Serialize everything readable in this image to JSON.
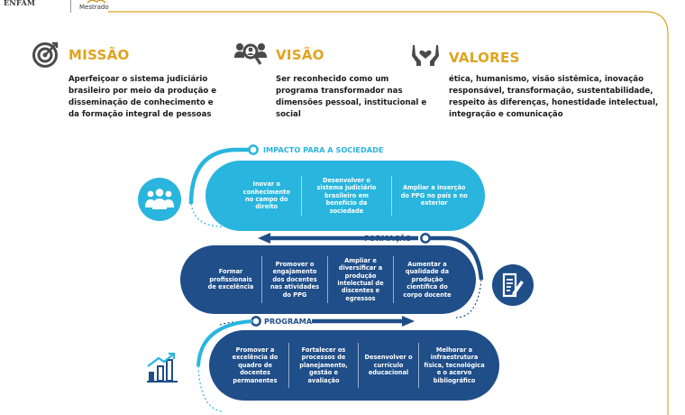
{
  "logo": {
    "left_text": "ENFAM",
    "right_text": "Mestrado"
  },
  "header": [
    {
      "title": "MISSÃO",
      "icon": "target-icon",
      "text": "Aperfeiçoar o sistema judiciário brasileiro por meio da produção e disseminação de conhecimento e da formação integral de pessoas"
    },
    {
      "title": "VISÃO",
      "icon": "team-search-icon",
      "text": "Ser reconhecido como um programa transformador nas dimensões pessoal, institucional e social"
    },
    {
      "title": "VALORES",
      "icon": "hands-heart-icon",
      "text": "ética, humanismo, visão sistêmica, inovação responsável, transformação, sustentabilidade, respeito às diferenças, honestidade intelectual, integração e comunicação"
    }
  ],
  "bands": [
    {
      "label": "IMPACTO PARA A SOCIEDADE",
      "icon": "people-group-icon",
      "items": [
        "Inovar o conhecimento no campo do direito",
        "Desenvolver o sistema judiciário brasileiro em benefício da sociedade",
        "Ampliar a inserção do PPG no país e no exterior"
      ]
    },
    {
      "label": "FORMAÇÃO",
      "icon": "document-pen-icon",
      "items": [
        "Formar profissionais de excelência",
        "Promover o engajamento dos docentes nas atividades do PPG",
        "Ampliar e diversificar a produção intelectual de discentes e egressos",
        "Aumentar a qualidade da produção científica do corpo docente"
      ]
    },
    {
      "label": "PROGRAMA",
      "icon": "growth-chart-icon",
      "items": [
        "Promover a excelência do quadro de docentes permanentes",
        "Fortalecer os processos de planejamento, gestão e avaliação",
        "Desenvolver o currículo educacional",
        "Melhorar a infraestrutura física, tecnológica e o acervo bibliográfico"
      ]
    }
  ],
  "colors": {
    "gold": "#e0a31e",
    "cyan": "#29b5dd",
    "navy": "#1f4e89",
    "dark_navy": "#123e73",
    "gray": "#4a4a4a"
  }
}
